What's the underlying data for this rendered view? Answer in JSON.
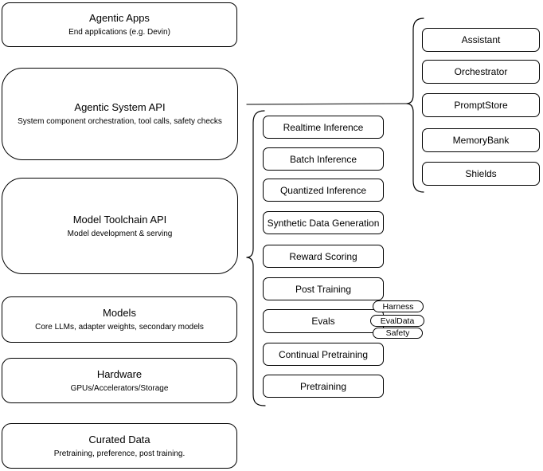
{
  "left_stack": [
    {
      "title": "Agentic Apps",
      "subtitle": "End applications (e.g. Devin)"
    },
    {
      "title": "Agentic System API",
      "subtitle": "System component orchestration, tool calls, safety checks"
    },
    {
      "title": "Model Toolchain API",
      "subtitle": "Model development & serving"
    },
    {
      "title": "Models",
      "subtitle": "Core LLMs, adapter weights, secondary models"
    },
    {
      "title": "Hardware",
      "subtitle": "GPUs/Accelerators/Storage"
    },
    {
      "title": "Curated Data",
      "subtitle": "Pretraining, preference, post training."
    }
  ],
  "toolchain": {
    "items": [
      "Realtime Inference",
      "Batch Inference",
      "Quantized Inference",
      "Synthetic Data Generation",
      "Reward Scoring",
      "Post Training",
      "Evals",
      "Continual Pretraining",
      "Pretraining"
    ]
  },
  "evals_tags": [
    "Harness",
    "EvalData",
    "Safety"
  ],
  "components": [
    "Assistant",
    "Orchestrator",
    "PromptStore",
    "MemoryBank",
    "Shields"
  ],
  "colors": {
    "border": "#000000",
    "fill": "#ffffff",
    "text": "#000000"
  }
}
